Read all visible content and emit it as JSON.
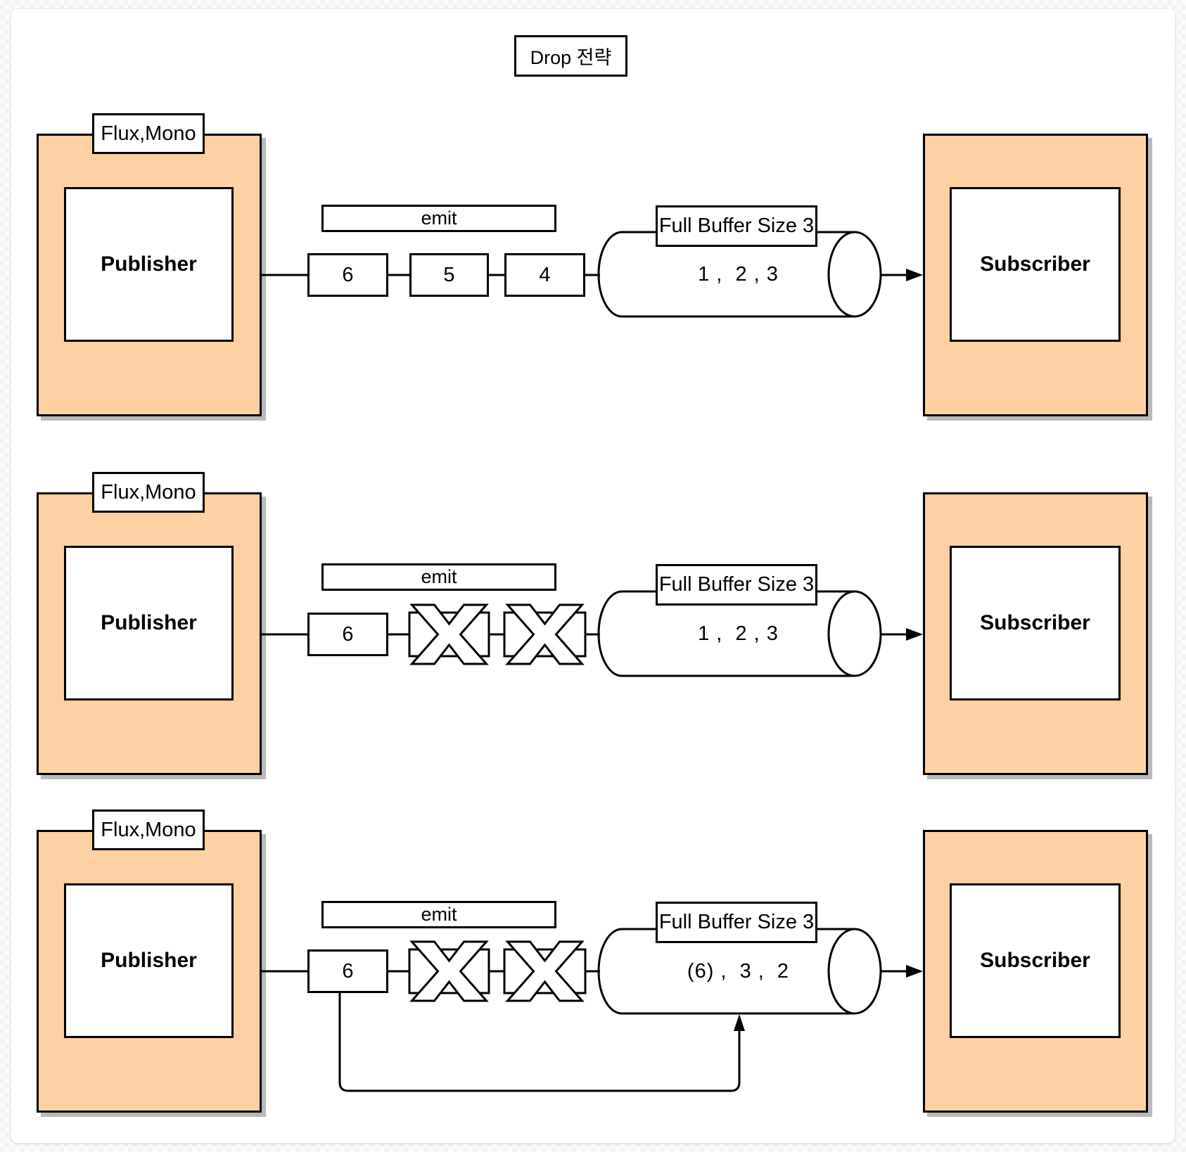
{
  "title": "Drop 전략",
  "colors": {
    "actor_fill": "#ffd0a1",
    "shadow": "#b9b9b9",
    "line": "#000000",
    "page_bg": "#ffffff",
    "backdrop": "#f3f3f3"
  },
  "rows": [
    {
      "publisher_tag": "Flux,Mono",
      "publisher": "Publisher",
      "emit": "emit",
      "items": {
        "a": "6",
        "b": "5",
        "c": "4"
      },
      "buffer_title": "Full Buffer Size 3",
      "buffer_items": "1 ,  2 , 3",
      "subscriber": "Subscriber"
    },
    {
      "publisher_tag": "Flux,Mono",
      "publisher": "Publisher",
      "emit": "emit",
      "items": {
        "a": "6"
      },
      "dropped_count": 2,
      "buffer_title": "Full Buffer Size 3",
      "buffer_items": "1 ,  2 , 3",
      "subscriber": "Subscriber"
    },
    {
      "publisher_tag": "Flux,Mono",
      "publisher": "Publisher",
      "emit": "emit",
      "items": {
        "a": "6"
      },
      "dropped_count": 2,
      "buffer_title": "Full Buffer Size 3",
      "buffer_items": "(6) ,  3 ,  2",
      "subscriber": "Subscriber"
    }
  ]
}
